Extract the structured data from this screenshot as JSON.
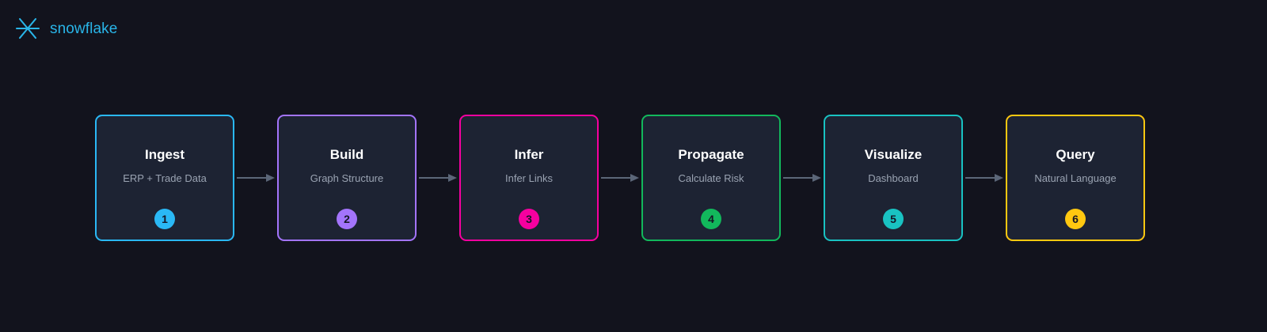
{
  "page": {
    "background_color": "#12131d",
    "card_background_color": "#1d2333",
    "arrow_color": "#5b6678",
    "title_color": "#ffffff",
    "subtitle_color": "#9aa3b2",
    "badge_text_color": "#141625"
  },
  "brand": {
    "name": "snowflake",
    "icon": "snowflake-asterisk-icon",
    "color": "#29b5e8"
  },
  "flow": {
    "arrow_icon": "arrow-right-icon",
    "steps": [
      {
        "title": "Ingest",
        "subtitle": "ERP + Trade Data",
        "number": "1",
        "accent": "#2ab8f5"
      },
      {
        "title": "Build",
        "subtitle": "Graph Structure",
        "number": "2",
        "accent": "#a374fb"
      },
      {
        "title": "Infer",
        "subtitle": "Infer Links",
        "number": "3",
        "accent": "#f5009f"
      },
      {
        "title": "Propagate",
        "subtitle": "Calculate Risk",
        "number": "4",
        "accent": "#12b85c"
      },
      {
        "title": "Visualize",
        "subtitle": "Dashboard",
        "number": "5",
        "accent": "#19c2c2"
      },
      {
        "title": "Query",
        "subtitle": "Natural Language",
        "number": "6",
        "accent": "#ffc810"
      }
    ]
  }
}
